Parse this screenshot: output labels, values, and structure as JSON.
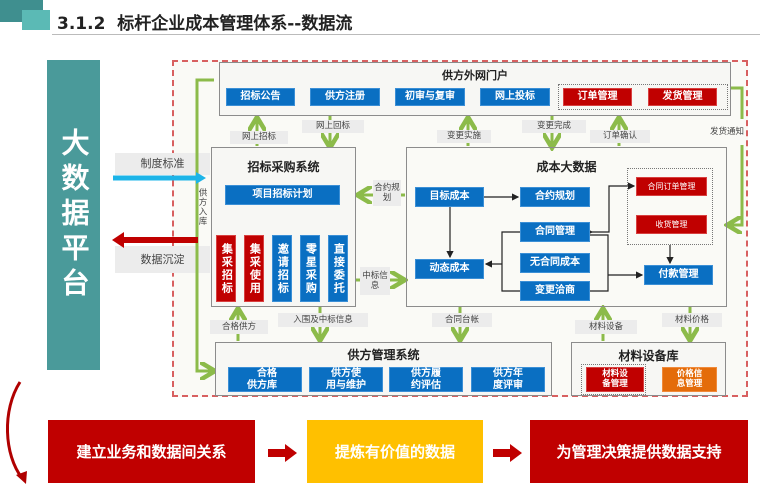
{
  "header": {
    "title": "3.1.2  标杆企业成本管理体系--数据流"
  },
  "platform": {
    "label": "大数据平台",
    "chars": [
      "大",
      "数",
      "据",
      "平",
      "台"
    ]
  },
  "side_labels": {
    "standards": "制度标准",
    "sediment": "数据沉淀",
    "supplier_in": "供方入库"
  },
  "portal": {
    "title": "供方外网门户",
    "items": [
      "招标公告",
      "供方注册",
      "初审与复审",
      "网上投标"
    ],
    "red_items": [
      "订单管理",
      "发货管理"
    ]
  },
  "flows": {
    "online_bid": "网上招标",
    "online_reply": "网上回标",
    "change_impl": "变更实施",
    "change_done": "变更完成",
    "order_confirm": "订单确认",
    "ship_notice": "发货通知",
    "contract_plan": "合约规划",
    "award_info": "中标信息",
    "qualified": "合格供方",
    "shortlist": "入围及中标信息",
    "ledger": "合同台帐",
    "material_equip": "材料设备",
    "material_price": "材料价格"
  },
  "procurement": {
    "title": "招标采购系统",
    "plan": "项目招标计划",
    "methods": [
      {
        "label": "集采招标",
        "color": "red"
      },
      {
        "label": "集采使用",
        "color": "red"
      },
      {
        "label": "邀请招标",
        "color": "blue"
      },
      {
        "label": "零星采购",
        "color": "blue"
      },
      {
        "label": "直接委托",
        "color": "blue"
      }
    ]
  },
  "cost": {
    "title": "成本大数据",
    "target": "目标成本",
    "plan": "合约规划",
    "contract": "合同管理",
    "noncontract": "无合同成本",
    "change": "变更洽商",
    "dynamic": "动态成本",
    "order": "合同订单管理",
    "receive": "收货管理",
    "payment": "付款管理"
  },
  "supplier": {
    "title": "供方管理系统",
    "items": [
      "合格供方库",
      "供方使用与维护",
      "供方履约评估",
      "供方年度评审"
    ],
    "items_display": [
      [
        "合格",
        "供方库"
      ],
      [
        "供方使",
        "用与维护"
      ],
      [
        "供方履",
        "约评估"
      ],
      [
        "供方年",
        "度评审"
      ]
    ]
  },
  "material": {
    "title": "材料设备库",
    "equip": [
      "材料设",
      "备管理"
    ],
    "price": [
      "价格信",
      "息管理"
    ]
  },
  "bottom": {
    "steps": [
      "建立业务和数据间关系",
      "提炼有价值的数据",
      "为管理决策提供数据支持"
    ]
  },
  "colors": {
    "teal": "#4a9a9a",
    "blue": "#0a6fc2",
    "red": "#c00000",
    "orange": "#e46c0a",
    "yellow": "#ffc000",
    "green": "#8cbb4a"
  }
}
